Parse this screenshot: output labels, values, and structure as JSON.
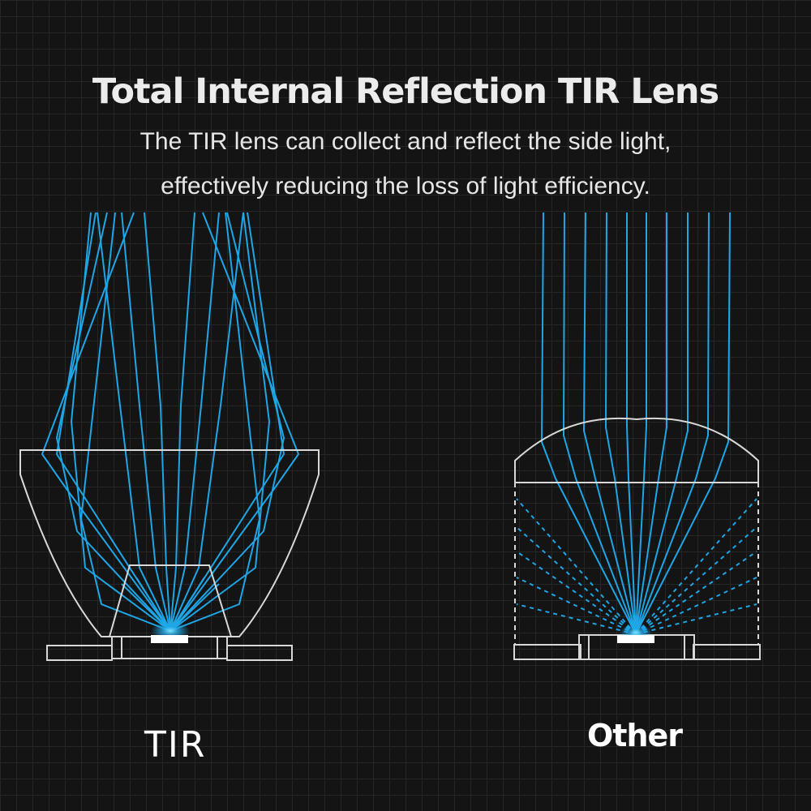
{
  "header": {
    "title": "Total Internal Reflection TIR Lens",
    "subtitle_line1": "The TIR lens can collect and reflect the side light,",
    "subtitle_line2": "effectively reducing the loss of light efficiency."
  },
  "diagrams": {
    "tir_label": "TIR",
    "other_label": "Other"
  },
  "colors": {
    "background": "#141414",
    "grid": "#262626",
    "ray": "#1ea6e6",
    "outline": "#d8d8d8",
    "text": "#ececec"
  }
}
